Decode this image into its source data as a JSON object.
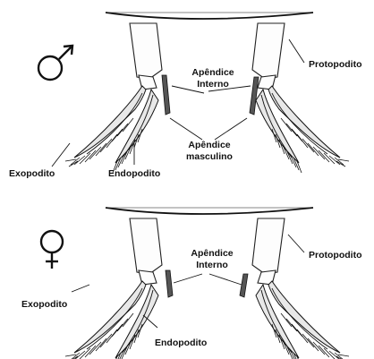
{
  "male": {
    "symbol": "♂",
    "labels": {
      "protopodito": "Protopodito",
      "apendice_interno_1": "Apêndice",
      "apendice_interno_2": "Interno",
      "apendice_masculino_1": "Apêndice",
      "apendice_masculino_2": "masculino",
      "exopodito": "Exopodito",
      "endopodito": "Endopodito"
    }
  },
  "female": {
    "symbol": "♀",
    "labels": {
      "protopodito": "Protopodito",
      "apendice_interno_1": "Apêndice",
      "apendice_interno_2": "Interno",
      "exopodito": "Exopodito",
      "endopodito": "Endopodito"
    }
  }
}
